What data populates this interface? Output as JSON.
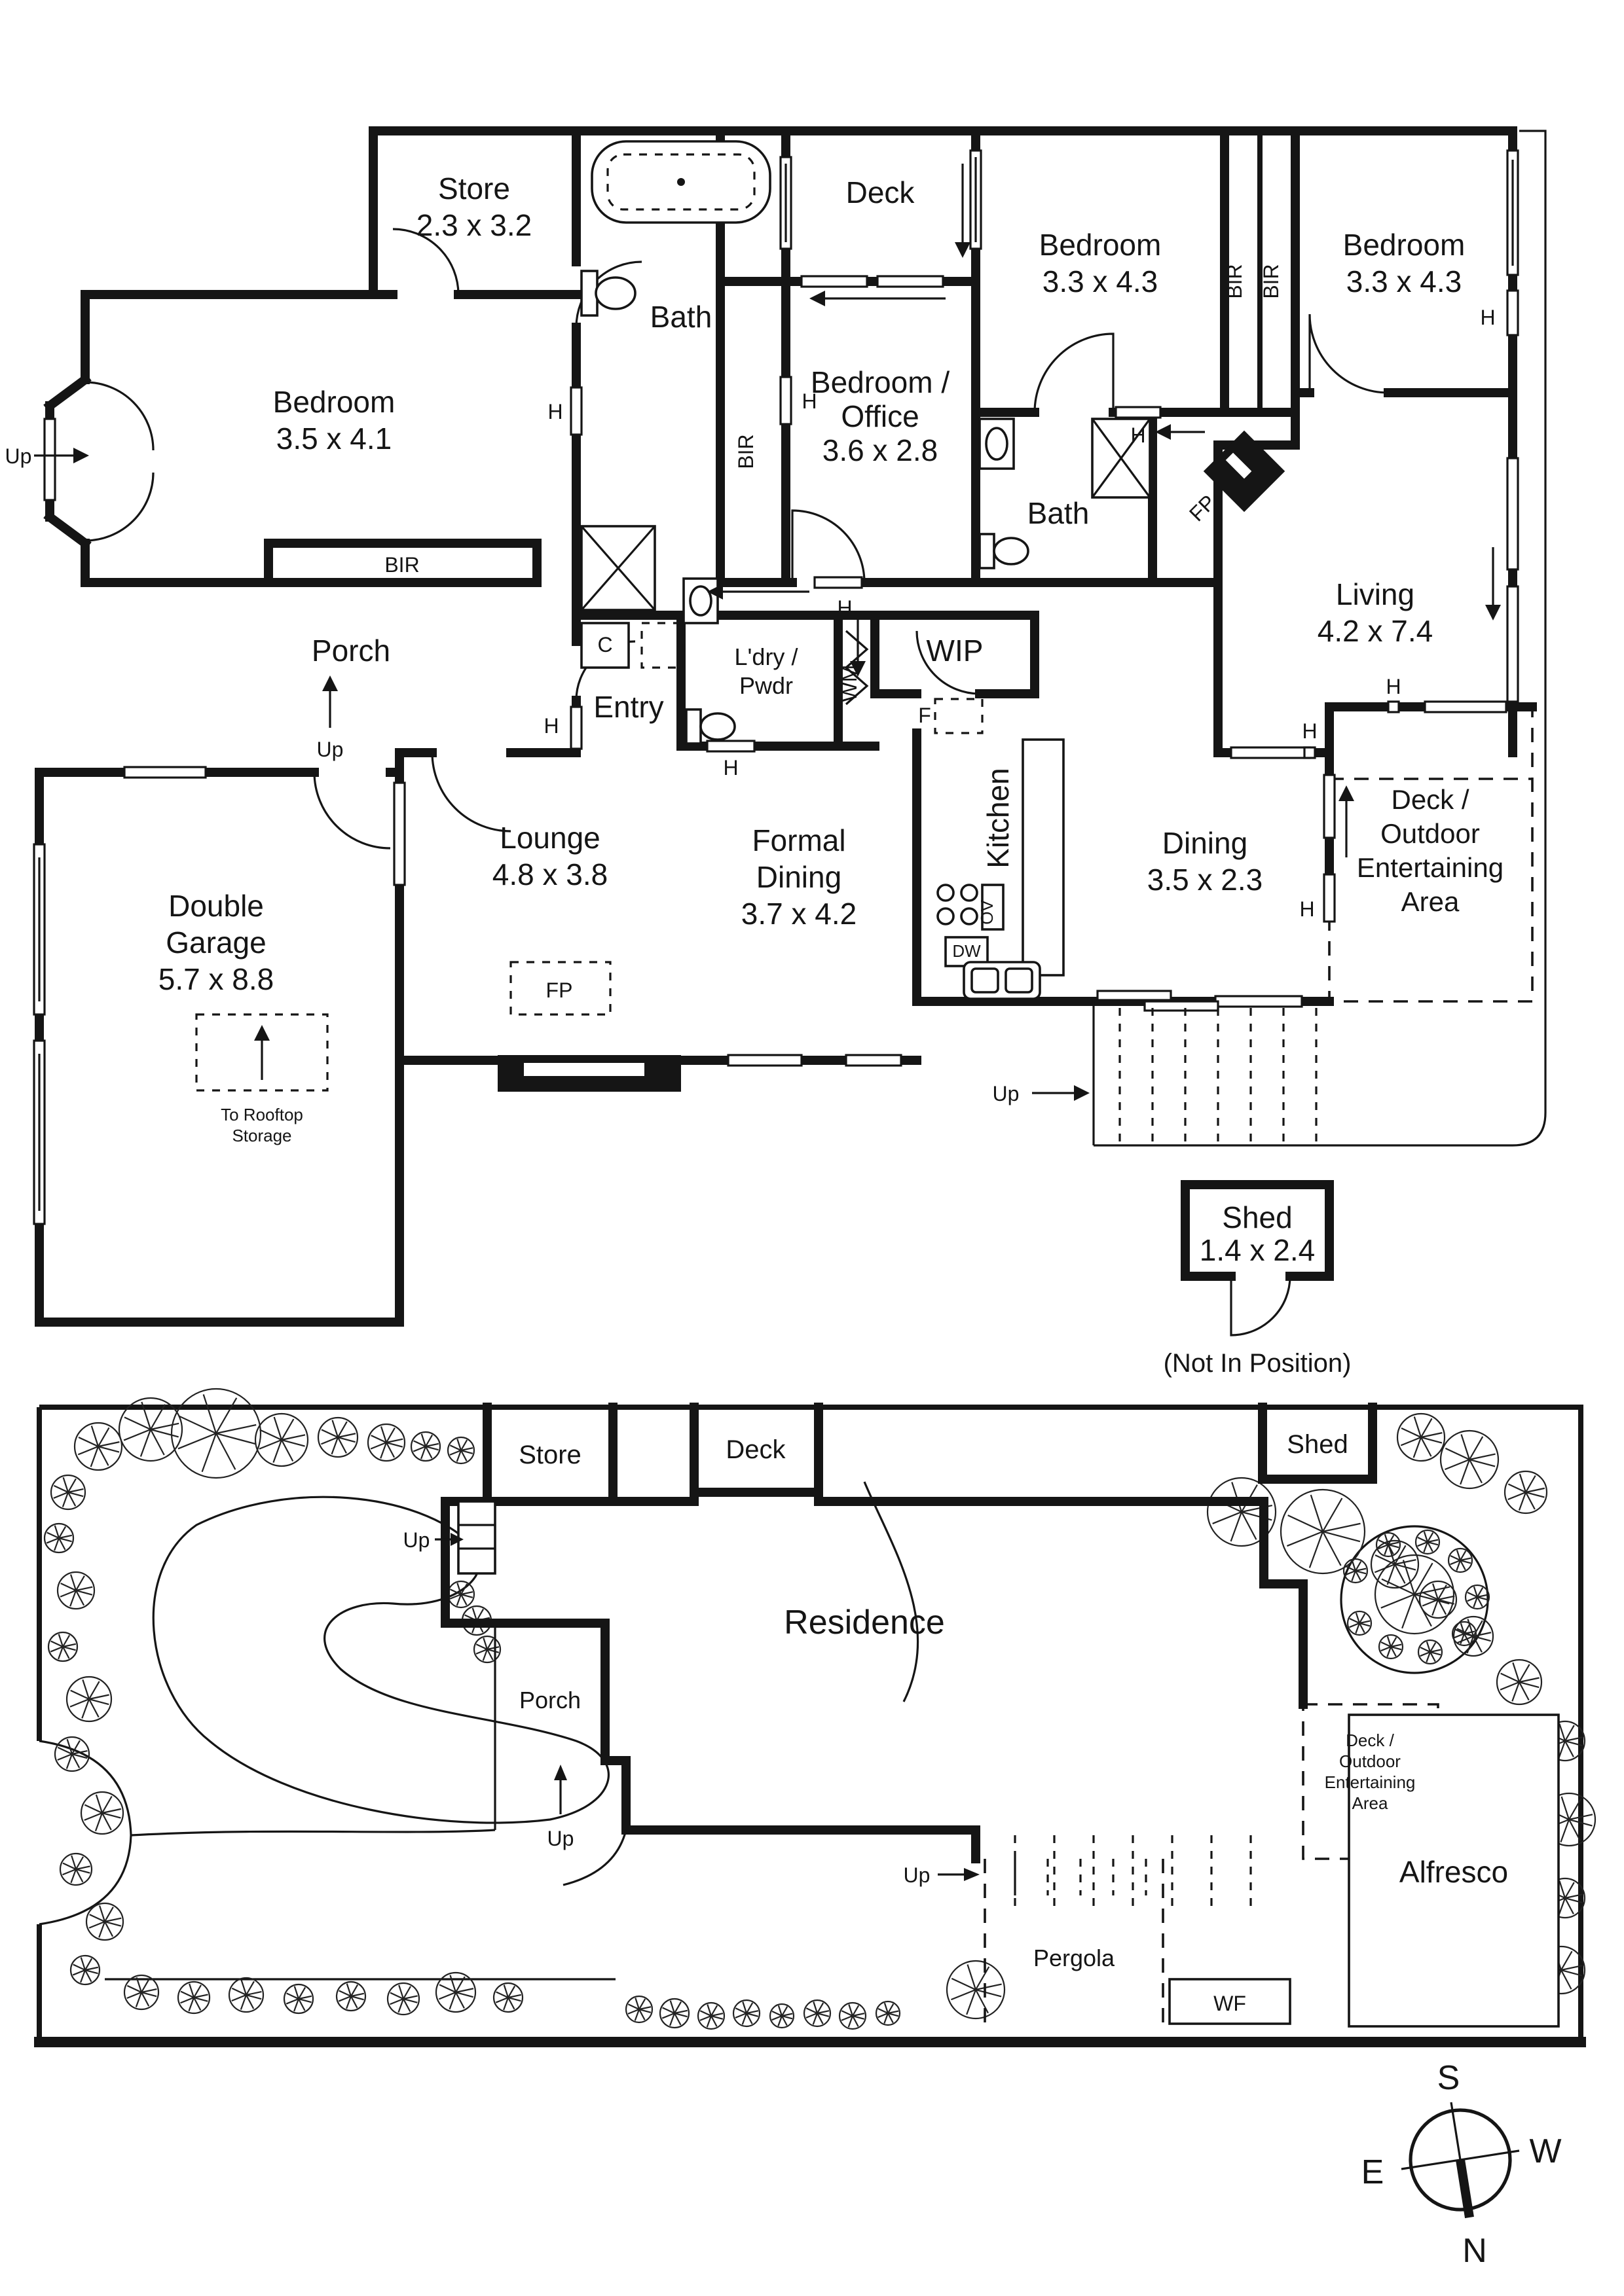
{
  "floor_plan": {
    "rooms": {
      "store": "Store",
      "store_dim": "2.3 x 3.2",
      "bath": "Bath",
      "deck": "Deck",
      "bedroom": "Bedroom",
      "bedroom_dim_large": "3.3 x 4.3",
      "bedroom_dim_left": "3.5 x 4.1",
      "bedroom_office_line1": "Bedroom /",
      "bedroom_office_line2": "Office",
      "bedroom_office_dim": "3.6 x 2.8",
      "entry": "Entry",
      "porch": "Porch",
      "laundry_line1": "L'dry /",
      "laundry_line2": "Pwdr",
      "wip": "WIP",
      "kitchen": "Kitchen",
      "living": "Living",
      "living_dim": "4.2 x 7.4",
      "dining": "Dining",
      "dining_dim": "3.5 x 2.3",
      "deck_outdoor_line1": "Deck /",
      "deck_outdoor_line2": "Outdoor",
      "deck_outdoor_line3": "Entertaining",
      "deck_outdoor_line4": "Area",
      "lounge": "Lounge",
      "lounge_dim": "4.8 x 3.8",
      "formal_line1": "Formal",
      "formal_line2": "Dining",
      "formal_dim": "3.7 x 4.2",
      "garage_line1": "Double",
      "garage_line2": "Garage",
      "garage_dim": "5.7 x 8.8",
      "rooftop_line1": "To Rooftop",
      "rooftop_line2": "Storage",
      "shed": "Shed",
      "shed_dim": "1.4 x 2.4",
      "shed_note": "(Not In Position)"
    },
    "symbols": {
      "h": "H",
      "c": "C",
      "f": "F",
      "wm": "WM",
      "ov": "OV",
      "dw": "DW",
      "bir": "BIR",
      "fp": "FP",
      "up": "Up",
      "wf": "WF"
    }
  },
  "site_plan": {
    "store": "Store",
    "deck": "Deck",
    "shed": "Shed",
    "residence": "Residence",
    "porch": "Porch",
    "alfresco": "Alfresco",
    "pergola": "Pergola",
    "wf": "WF",
    "up": "Up",
    "deck_outdoor_line1": "Deck /",
    "deck_outdoor_line2": "Outdoor",
    "deck_outdoor_line3": "Entertaining",
    "deck_outdoor_line4": "Area",
    "trees": [
      [
        75,
        1105,
        18
      ],
      [
        115,
        1092,
        24
      ],
      [
        165,
        1095,
        34
      ],
      [
        215,
        1100,
        20
      ],
      [
        258,
        1098,
        15
      ],
      [
        295,
        1102,
        14
      ],
      [
        325,
        1105,
        11
      ],
      [
        352,
        1108,
        10
      ],
      [
        52,
        1140,
        13
      ],
      [
        45,
        1175,
        11
      ],
      [
        58,
        1215,
        14
      ],
      [
        48,
        1258,
        11
      ],
      [
        68,
        1298,
        17
      ],
      [
        55,
        1340,
        13
      ],
      [
        78,
        1385,
        16
      ],
      [
        58,
        1428,
        12
      ],
      [
        80,
        1468,
        14
      ],
      [
        65,
        1505,
        11
      ],
      [
        108,
        1522,
        13
      ],
      [
        148,
        1526,
        12
      ],
      [
        188,
        1524,
        13
      ],
      [
        228,
        1527,
        11
      ],
      [
        268,
        1525,
        11
      ],
      [
        308,
        1527,
        12
      ],
      [
        348,
        1522,
        15
      ],
      [
        388,
        1526,
        11
      ],
      [
        352,
        1218,
        10
      ],
      [
        364,
        1238,
        11
      ],
      [
        372,
        1260,
        10
      ],
      [
        488,
        1535,
        10
      ],
      [
        515,
        1538,
        11
      ],
      [
        543,
        1540,
        10
      ],
      [
        570,
        1538,
        10
      ],
      [
        597,
        1540,
        9
      ],
      [
        624,
        1538,
        10
      ],
      [
        651,
        1540,
        10
      ],
      [
        678,
        1538,
        9
      ],
      [
        745,
        1520,
        22
      ],
      [
        948,
        1155,
        26
      ],
      [
        1010,
        1170,
        32
      ],
      [
        1065,
        1195,
        18
      ],
      [
        1098,
        1222,
        14
      ],
      [
        1125,
        1250,
        15
      ],
      [
        1160,
        1285,
        17
      ],
      [
        1195,
        1330,
        15
      ],
      [
        1198,
        1390,
        20
      ],
      [
        1195,
        1450,
        15
      ],
      [
        1192,
        1505,
        18
      ],
      [
        1080,
        1218,
        30
      ],
      [
        1035,
        1200,
        9
      ],
      [
        1060,
        1180,
        9
      ],
      [
        1090,
        1178,
        9
      ],
      [
        1115,
        1192,
        9
      ],
      [
        1128,
        1220,
        9
      ],
      [
        1118,
        1248,
        9
      ],
      [
        1092,
        1262,
        9
      ],
      [
        1062,
        1258,
        9
      ],
      [
        1038,
        1240,
        9
      ],
      [
        1085,
        1098,
        18
      ],
      [
        1122,
        1115,
        22
      ],
      [
        1165,
        1140,
        16
      ]
    ]
  },
  "compass": {
    "n": "N",
    "s": "S",
    "e": "E",
    "w": "W"
  }
}
